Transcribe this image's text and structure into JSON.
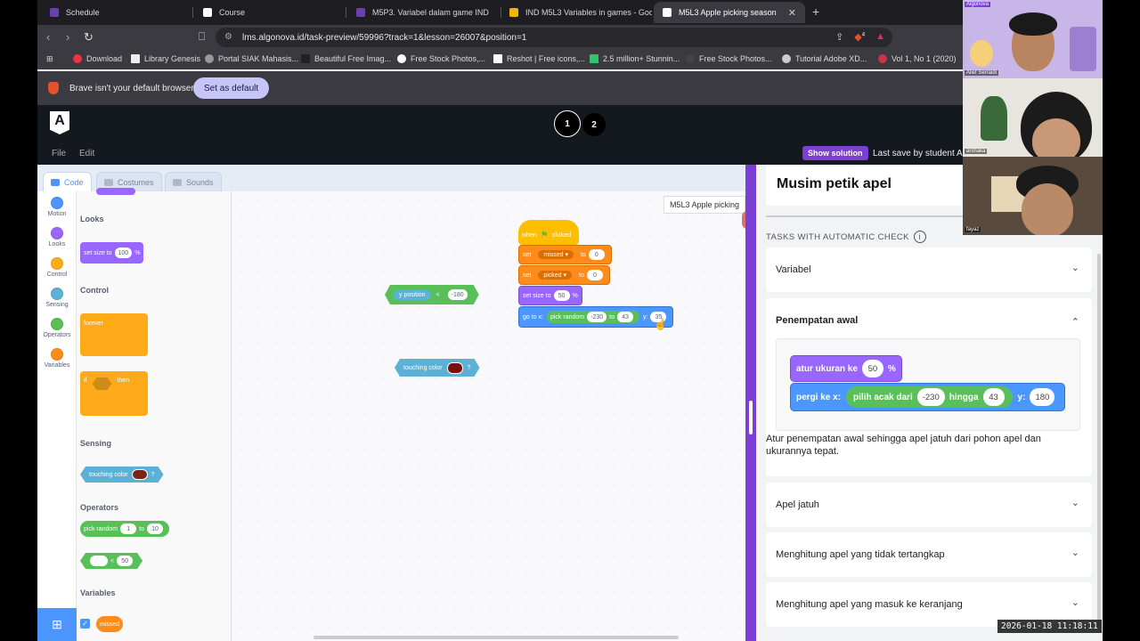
{
  "browser": {
    "tabs": [
      {
        "label": "Schedule",
        "color": "#6a3fb0"
      },
      {
        "label": "Course",
        "color": "#ffffff"
      },
      {
        "label": "M5P3. Variabel dalam game IND",
        "color": "#6a3fb0"
      },
      {
        "label": "IND M5L3 Variables in games - Goog",
        "color": "#f4b400"
      },
      {
        "label": "M5L3 Apple picking season",
        "color": "#ffffff"
      }
    ],
    "url": "lms.algonova.id/task-preview/59996?track=1&lesson=26007&position=1",
    "bookmarks": [
      "Download",
      "Library Genesis",
      "Portal SIAK Mahasis...",
      "Beautiful Free Imag...",
      "Free Stock Photos,...",
      "Reshot | Free icons,...",
      "2.5 million+ Stunnin...",
      "Free Stock Photos...",
      "Tutorial Adobe XD...",
      "Vol 1, No 1 (2020)"
    ],
    "default_browser_msg": "Brave isn't your default browser",
    "set_default_label": "Set as default",
    "shield_badge": "4"
  },
  "app": {
    "logo": "A",
    "steps": [
      "1",
      "2"
    ],
    "menu": [
      "File",
      "Edit"
    ],
    "show_solution": "Show solution",
    "last_save": "Last save by student A"
  },
  "scratch": {
    "tabs": [
      "Code",
      "Costumes",
      "Sounds"
    ],
    "categories": [
      {
        "label": "Motion",
        "color": "#4c97ff"
      },
      {
        "label": "Looks",
        "color": "#9966ff"
      },
      {
        "label": "Control",
        "color": "#ffab19"
      },
      {
        "label": "Sensing",
        "color": "#5cb1d6"
      },
      {
        "label": "Operators",
        "color": "#59c059"
      },
      {
        "label": "Variables",
        "color": "#ff8c1a"
      }
    ],
    "palette": {
      "looks_head": "Looks",
      "set_size": {
        "text": "set size to",
        "value": "100",
        "unit": "%"
      },
      "control_head": "Control",
      "forever": "forever",
      "if": "if",
      "then": "then",
      "sensing_head": "Sensing",
      "touching_color": "touching color",
      "question": "?",
      "operators_head": "Operators",
      "pick_random": {
        "text": "pick random",
        "from": "1",
        "to_label": "to",
        "to": "10"
      },
      "lt_op": {
        "op": "<",
        "value": "50"
      },
      "variables_head": "Variables",
      "var_missed": "missed"
    },
    "sprite_title": "M5L3 Apple picking",
    "workspace": {
      "when_clicked": [
        "when",
        "clicked"
      ],
      "set1": {
        "set": "set",
        "var": "missed",
        "to": "to",
        "value": "0"
      },
      "set2": {
        "set": "set",
        "var": "picked",
        "to": "to",
        "value": "0"
      },
      "set_size": {
        "text": "set size to",
        "value": "50",
        "unit": "%"
      },
      "goto": {
        "text": "go to x:",
        "random": "pick random",
        "from": "-230",
        "to": "to",
        "to_val": "43",
        "y": "y:",
        "y_val": "35"
      },
      "ypos_cmp": {
        "text": "y position",
        "op": "<",
        "value": "-180"
      },
      "touching": {
        "text": "touching color",
        "q": "?"
      }
    }
  },
  "panel": {
    "title": "Musim petik apel",
    "tasks_label": "TASKS WITH AUTOMATIC CHECK",
    "info": "i",
    "tasks": [
      {
        "label": "Variabel",
        "chev": "⌄"
      },
      {
        "label": "Penempatan awal",
        "chev": "⌃"
      },
      {
        "label": "Apel jatuh",
        "chev": "⌄"
      },
      {
        "label": "Menghitung apel yang tidak tertangkap",
        "chev": "⌄"
      },
      {
        "label": "Menghitung apel yang masuk ke keranjang",
        "chev": "⌄"
      }
    ],
    "preview": {
      "size_text": "atur ukuran ke",
      "size_val": "50",
      "size_unit": "%",
      "goto_text": "pergi ke x:",
      "random_text": "pilih acak dari",
      "from": "-230",
      "hingga": "hingga",
      "to": "43",
      "y": "y:",
      "y_val": "180"
    },
    "description": "Atur penempatan awal sehingga apel jatuh dari pohon apel dan ukurannya tepat."
  },
  "video": {
    "names": [
      "Algonova",
      "Alief Serraldi",
      "arshaka",
      "fayaz"
    ]
  },
  "timestamp": "2026-01-18  11:18:11"
}
